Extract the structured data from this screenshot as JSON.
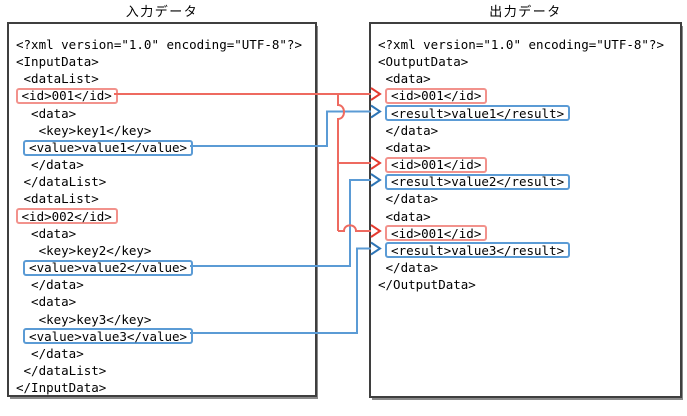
{
  "diagram": {
    "left_panel": {
      "title": "入力データ",
      "lines": [
        {
          "indent": 0,
          "text": "<?xml version=\"1.0\" encoding=\"UTF-8\"?>"
        },
        {
          "indent": 0,
          "text": "<InputData>"
        },
        {
          "indent": 1,
          "text": "<dataList>"
        },
        {
          "indent": 1,
          "box": "red",
          "text": "<id>001</id>"
        },
        {
          "indent": 2,
          "text": "<data>"
        },
        {
          "indent": 3,
          "text": "<key>key1</key>"
        },
        {
          "indent": 2,
          "box": "blue",
          "text": "<value>value1</value>"
        },
        {
          "indent": 2,
          "text": "</data>"
        },
        {
          "indent": 1,
          "text": "</dataList>"
        },
        {
          "indent": 1,
          "text": "<dataList>"
        },
        {
          "indent": 1,
          "box": "red",
          "text": "<id>002</id>"
        },
        {
          "indent": 2,
          "text": "<data>"
        },
        {
          "indent": 3,
          "text": "<key>key2</key>"
        },
        {
          "indent": 2,
          "box": "blue",
          "text": "<value>value2</value>"
        },
        {
          "indent": 2,
          "text": "</data>"
        },
        {
          "indent": 2,
          "text": "<data>"
        },
        {
          "indent": 3,
          "text": "<key>key3</key>"
        },
        {
          "indent": 2,
          "box": "blue",
          "text": "<value>value3</value>"
        },
        {
          "indent": 2,
          "text": "</data>"
        },
        {
          "indent": 1,
          "text": "</dataList>"
        },
        {
          "indent": 0,
          "text": "</InputData>"
        }
      ]
    },
    "right_panel": {
      "title": "出力データ",
      "lines": [
        {
          "indent": 0,
          "text": "<?xml version=\"1.0\" encoding=\"UTF-8\"?>"
        },
        {
          "indent": 0,
          "text": "<OutputData>"
        },
        {
          "indent": 1,
          "text": "<data>"
        },
        {
          "indent": 2,
          "box": "red",
          "text": "<id>001</id>"
        },
        {
          "indent": 2,
          "box": "blue",
          "text": "<result>value1</result>"
        },
        {
          "indent": 1,
          "text": "</data>"
        },
        {
          "indent": 1,
          "text": "<data>"
        },
        {
          "indent": 2,
          "box": "red",
          "text": "<id>001</id>"
        },
        {
          "indent": 2,
          "box": "blue",
          "text": "<result>value2</result>"
        },
        {
          "indent": 1,
          "text": "</data>"
        },
        {
          "indent": 1,
          "text": "<data>"
        },
        {
          "indent": 2,
          "box": "red",
          "text": "<id>001</id>"
        },
        {
          "indent": 2,
          "box": "blue",
          "text": "<result>value3</result>"
        },
        {
          "indent": 1,
          "text": "</data>"
        },
        {
          "indent": 0,
          "text": "</OutputData>"
        }
      ]
    },
    "connections": [
      {
        "color": "red",
        "from": "input <id>001</id>",
        "to": "output data1 <id>001</id>"
      },
      {
        "color": "red",
        "from": "input <id>001</id>",
        "to": "output data2 <id>001</id>"
      },
      {
        "color": "red",
        "from": "input <id>001</id>",
        "to": "output data3 <id>001</id>"
      },
      {
        "color": "blue",
        "from": "input <value>value1</value>",
        "to": "output <result>value1</result>"
      },
      {
        "color": "blue",
        "from": "input <value>value2</value>",
        "to": "output <result>value2</result>"
      },
      {
        "color": "blue",
        "from": "input <value>value3</value>",
        "to": "output <result>value3</result>"
      }
    ]
  },
  "colors": {
    "red_box": "#f2928c",
    "red_line": "#ee6a60",
    "red_arrow": "#e63b30",
    "blue_box": "#5b9bd5",
    "blue_line": "#5b9bd5",
    "blue_arrow": "#2e75b6",
    "panel_border": "#3f3f3f",
    "panel_shadow": "#898989",
    "text": "#000000"
  }
}
